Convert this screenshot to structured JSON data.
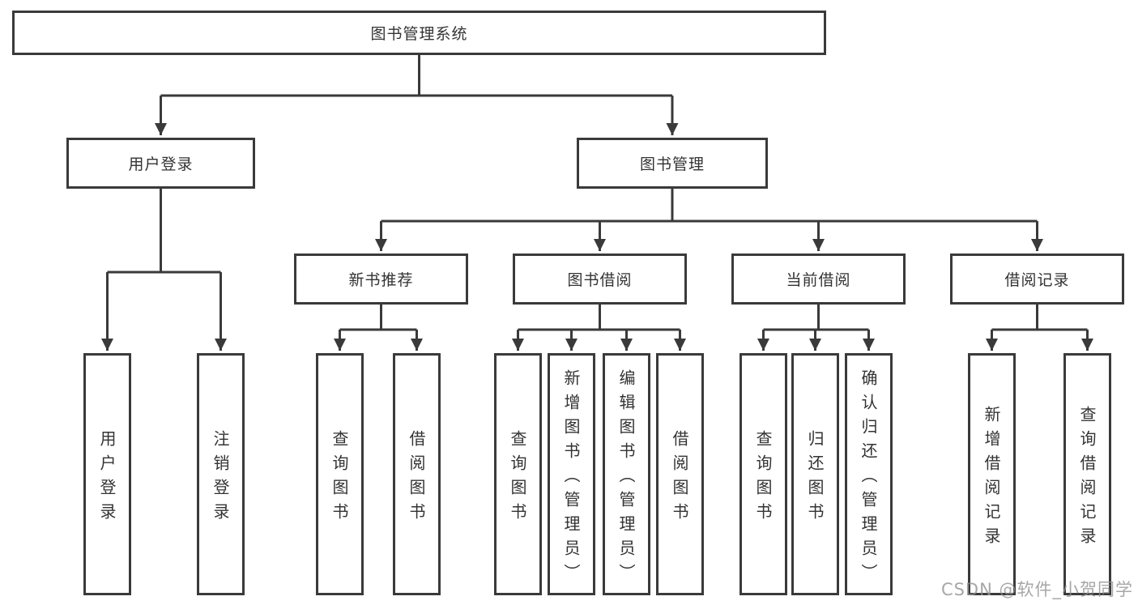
{
  "diagram": {
    "root": {
      "label": "图书管理系统",
      "children": [
        {
          "label": "用户登录",
          "children": [
            {
              "label": "用户登录"
            },
            {
              "label": "注销登录"
            }
          ]
        },
        {
          "label": "图书管理",
          "children": [
            {
              "label": "新书推荐",
              "children": [
                {
                  "label": "查询图书"
                },
                {
                  "label": "借阅图书"
                }
              ]
            },
            {
              "label": "图书借阅",
              "children": [
                {
                  "label": "查询图书"
                },
                {
                  "label": "新增图书（管理员）"
                },
                {
                  "label": "编辑图书（管理员）"
                },
                {
                  "label": "借阅图书"
                }
              ]
            },
            {
              "label": "当前借阅",
              "children": [
                {
                  "label": "查询图书"
                },
                {
                  "label": "归还图书"
                },
                {
                  "label": "确认归还（管理员）"
                }
              ]
            },
            {
              "label": "借阅记录",
              "children": [
                {
                  "label": "新增借阅记录"
                },
                {
                  "label": "查询借阅记录"
                }
              ]
            }
          ]
        }
      ]
    }
  },
  "watermark": {
    "text": "CSDN @软件_小贺同学"
  },
  "colors": {
    "line": "#3a3a3a",
    "box_border": "#3a3a3a",
    "text": "#333333",
    "background": "#ffffff",
    "watermark": "#919191"
  }
}
